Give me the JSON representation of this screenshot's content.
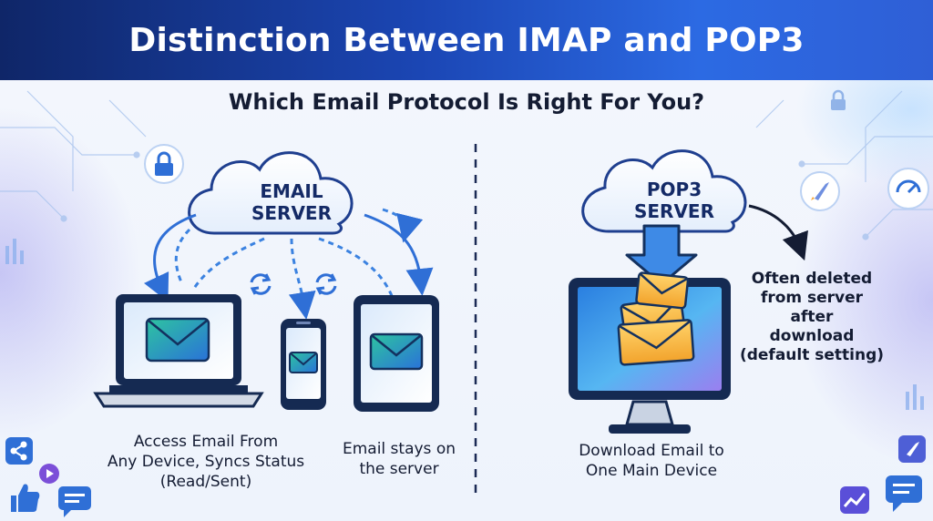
{
  "header": {
    "title": "Distinction Between IMAP and POP3"
  },
  "subtitle": "Which Email Protocol Is Right For You?",
  "imap": {
    "cloud_line1": "EMAIL",
    "cloud_line2": "SERVER",
    "caption_devices": [
      "Access Email From",
      "Any Device, Syncs Status",
      "(Read/Sent)"
    ],
    "caption_server": [
      "Email stays on",
      "the server"
    ]
  },
  "pop3": {
    "cloud_line1": "POP3",
    "cloud_line2": "SERVER",
    "caption_note": [
      "Often deleted",
      "from server",
      "after",
      "download",
      "(default setting)"
    ],
    "caption_download": [
      "Download Email to",
      "One Main Device"
    ]
  },
  "colors": {
    "accent_blue": "#2f6fd6",
    "envelope_green": "#2fb67a",
    "envelope_yellow": "#f4b43a",
    "dark_text": "#141c33"
  }
}
